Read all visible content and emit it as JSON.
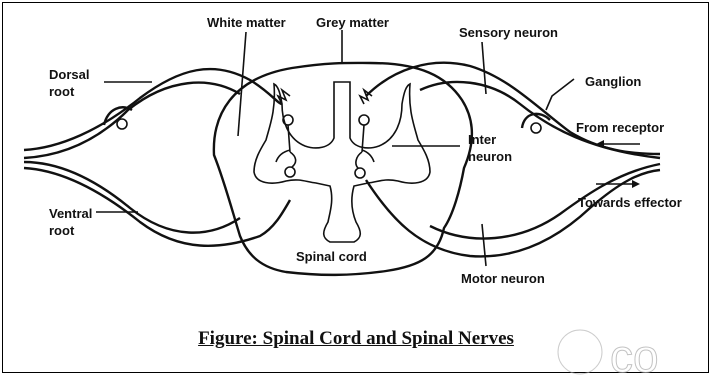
{
  "caption": "Figure: Spinal Cord and Spinal Nerves",
  "watermark": "co",
  "labels": {
    "white_matter": "White matter",
    "grey_matter": "Grey matter",
    "sensory_neuron": "Sensory neuron",
    "dorsal_root_1": "Dorsal",
    "dorsal_root_2": "root",
    "ganglion": "Ganglion",
    "from_receptor": "From receptor",
    "inter_neuron_1": "Inter",
    "inter_neuron_2": "neuron",
    "ventral_root_1": "Ventral",
    "ventral_root_2": "root",
    "towards_effector": "Towards effector",
    "spinal_cord": "Spinal cord",
    "motor_neuron": "Motor neuron"
  }
}
